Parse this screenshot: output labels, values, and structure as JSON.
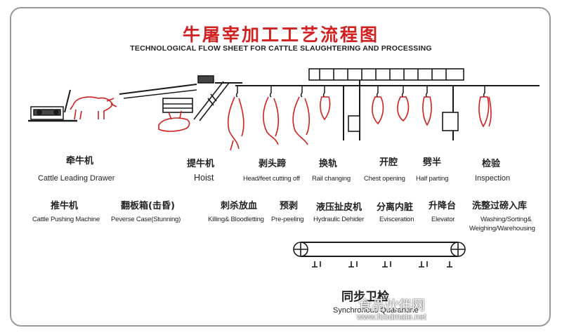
{
  "title_cn": "牛屠宰加工工艺流程图",
  "title_en": "TECHNOLOGICAL FLOW SHEET FOR CATTLE SLAUGHTERING AND PROCESSING",
  "steps": {
    "cattle_leading": {
      "cn": "牵牛机",
      "en": "Cattle Leading Drawer"
    },
    "hoist": {
      "cn": "提牛机",
      "en": "Hoist"
    },
    "head_feet": {
      "cn": "剥头蹄",
      "en": "Head/feet cutting off"
    },
    "rail": {
      "cn": "换轨",
      "en": "Rail changing"
    },
    "chest": {
      "cn": "开腔",
      "en": "Chest opening"
    },
    "halving": {
      "cn": "劈半",
      "en": "Half parting"
    },
    "inspection": {
      "cn": "检验",
      "en": "Inspection"
    },
    "pushing": {
      "cn": "推牛机",
      "en": "Cattle Pushing Machine"
    },
    "stunning": {
      "cn": "翻板箱(击昏)",
      "en": "Peverse Case(Stunning)"
    },
    "killing": {
      "cn": "刺杀放血",
      "en": "Killing& Bloodletting"
    },
    "prepeel": {
      "cn": "预剥",
      "en": "Pre-peeling"
    },
    "dehider": {
      "cn": "液压扯皮机",
      "en": "Hydraulic Dehider"
    },
    "evisceration": {
      "cn": "分离内脏",
      "en": "Evisceration"
    },
    "elevator": {
      "cn": "升降台",
      "en": "Elevator"
    },
    "washing": {
      "cn": "洗整过磅入库",
      "en": "Washing/Sorting&",
      "en2": "Weighing/Warehousing"
    },
    "sync": {
      "cn": "同步卫检",
      "en": "Synchronous Quarantine"
    }
  },
  "watermark": {
    "cn": "食品伙伴网",
    "url": "www.foodmate.net"
  },
  "colors": {
    "accent": "#d21f1f",
    "line": "#1a1a1a",
    "frame": "#9a9a9a"
  }
}
